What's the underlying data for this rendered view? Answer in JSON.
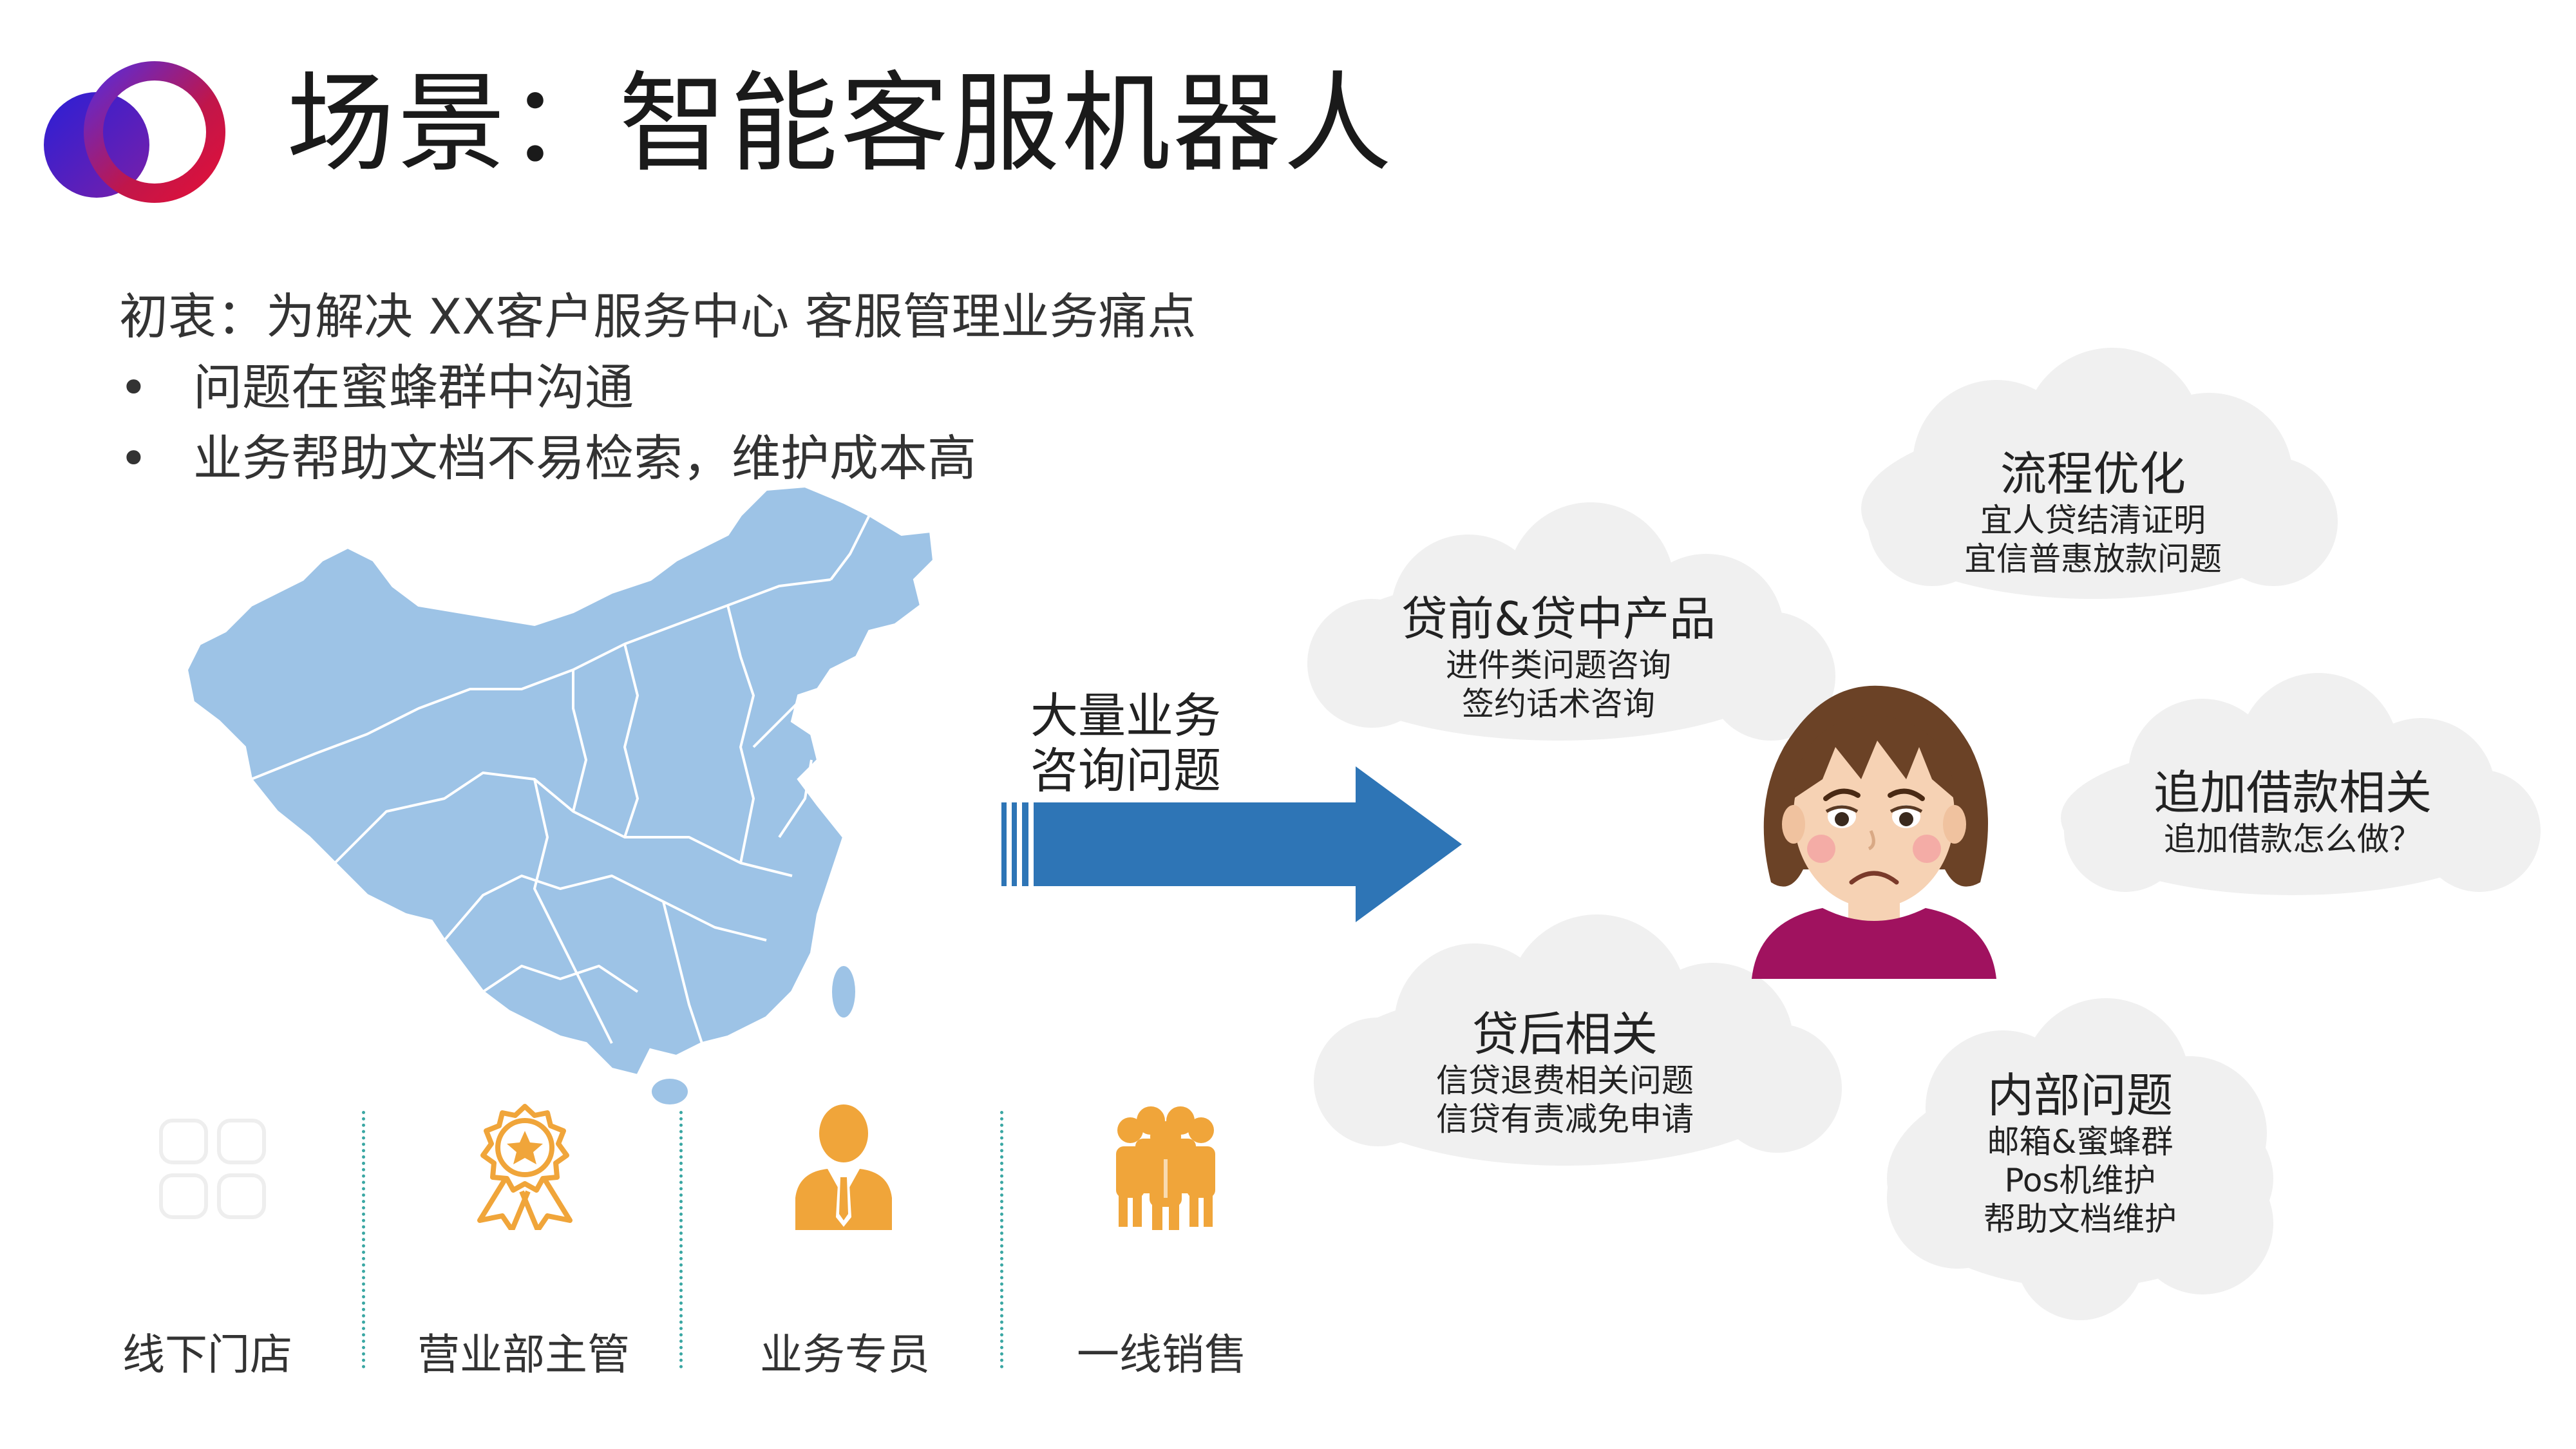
{
  "title": "场景：智能客服机器人",
  "intro": "初衷：为解决 XX客户服务中心 客服管理业务痛点",
  "bullets": [
    "问题在蜜蜂群中沟通",
    "业务帮助文档不易检索，维护成本高"
  ],
  "bullet_marker": "•",
  "arrow_label": [
    "大量业务",
    "咨询问题"
  ],
  "roles": [
    {
      "label": "线下门店",
      "icon": "store-grid-icon"
    },
    {
      "label": "营业部主管",
      "icon": "medal-star-icon"
    },
    {
      "label": "业务专员",
      "icon": "person-tie-icon"
    },
    {
      "label": "一线销售",
      "icon": "group-people-icon"
    }
  ],
  "clouds": [
    {
      "title": "流程优化",
      "lines": [
        "宜人贷结清证明",
        "宜信普惠放款问题"
      ]
    },
    {
      "title": "贷前&贷中产品",
      "lines": [
        "进件类问题咨询",
        "签约话术咨询"
      ]
    },
    {
      "title": "追加借款相关",
      "lines": [
        "追加借款怎么做？"
      ]
    },
    {
      "title": "贷后相关",
      "lines": [
        "信贷退费相关问题",
        "信贷有责减免申请"
      ]
    },
    {
      "title": "内部问题",
      "lines": [
        "邮箱&蜜蜂群",
        "Pos机维护",
        "帮助文档维护"
      ]
    }
  ],
  "colors": {
    "map": "#9dc3e6",
    "arrow": "#2e75b6",
    "icon_orange": "#f0a53a",
    "divider": "#3aa7a3",
    "cloud": "#f0f0f0",
    "shirt": "#a0125f"
  }
}
